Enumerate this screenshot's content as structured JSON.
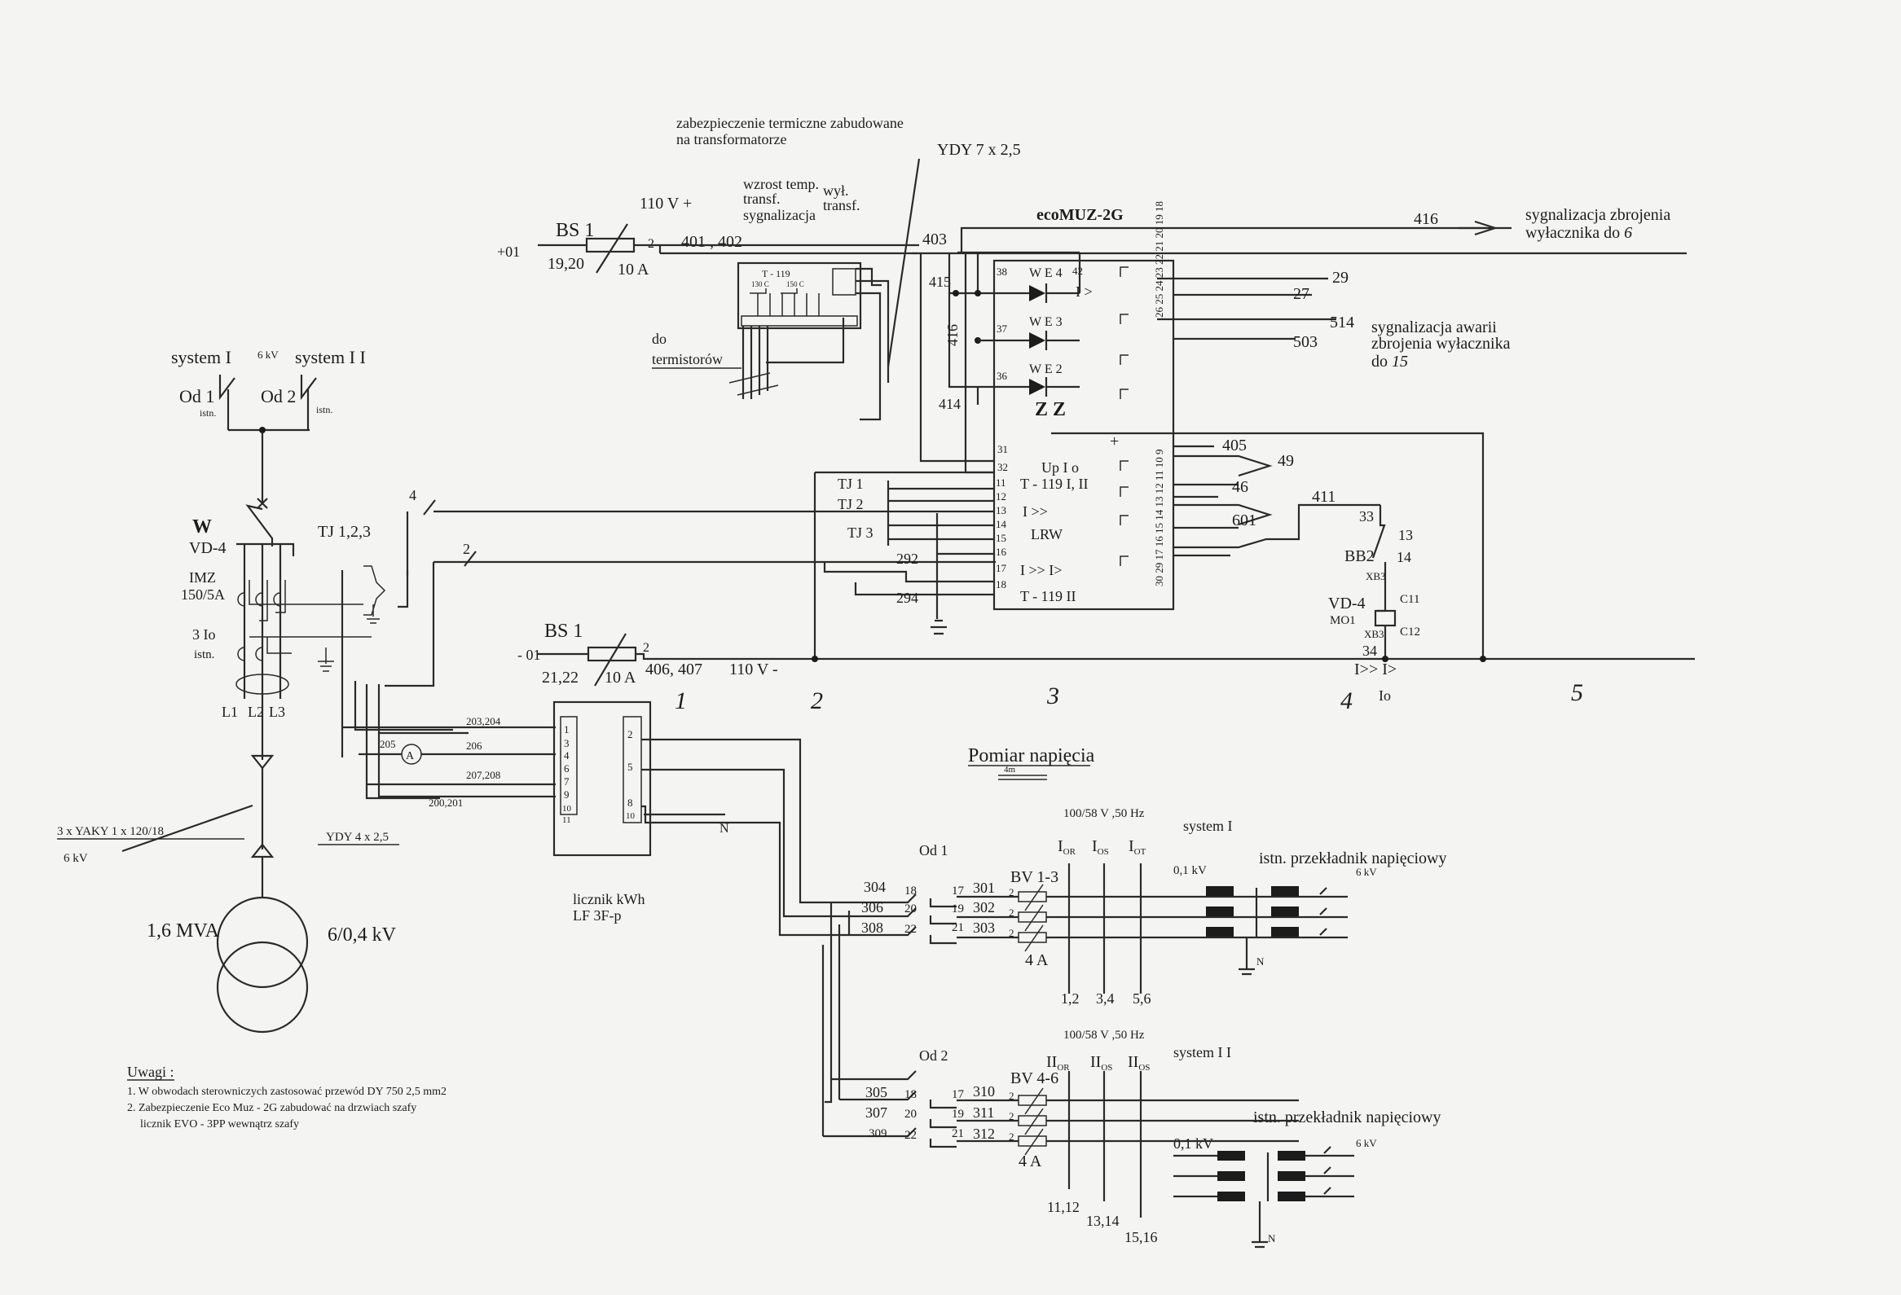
{
  "thermal": {
    "note_line1": "zabezpieczenie termiczne zabudowane",
    "note_line2": "na transformatorze",
    "cable": "YDY 7 x 2,5",
    "rise_line1": "wzrost temp.",
    "rise_line2": "transf.",
    "rise_line3": "sygnalizacja",
    "trip_line1": "wył.",
    "trip_line2": "transf.",
    "relay_label": "T - 119",
    "relay_c1": "130 C",
    "relay_c2": "150 C",
    "to_thermistors_1": "do",
    "to_thermistors_2": "termistorów"
  },
  "supply_plus": {
    "voltage": "110 V +",
    "fuse_name": "BS 1",
    "fuse_terminals": "19,20",
    "fuse_rating": "10 A",
    "terminal": "2",
    "wires": "401 , 402",
    "bus": "+01",
    "w403": "403",
    "w416": "416",
    "signal_line1": "sygnalizacja zbrojenia",
    "signal_line2": "wyłacznika do ",
    "signal_target": "6"
  },
  "supply_minus": {
    "fuse_name": "BS 1",
    "bus": "- 01",
    "fuse_terminals": "21,22",
    "fuse_rating": "10 A",
    "terminal": "2",
    "wires": "406, 407",
    "voltage": "110 V -"
  },
  "relay": {
    "title": "ecoMUZ-2G",
    "we4": "W E 4",
    "we3": "W E 3",
    "we2": "W E 2",
    "d38": "38",
    "d37": "37",
    "d36": "36",
    "t42": "42",
    "zz": "Z Z",
    "w415": "415",
    "w416": "416",
    "w414": "414",
    "t31": "31",
    "t32": "32",
    "up": "Up  I o",
    "model1": "T - 119 I, II",
    "i_high": "I >>",
    "lrw": "LRW",
    "i_combo": "I >> I>",
    "model2": "T - 119  II",
    "i_gt": "I >",
    "right_terms_top": "26 25 24 23 22 21 20 19 18",
    "right_terms_bottom": "30 29 17 16 15 14 13 12 11 10 9",
    "left_terms": [
      "11",
      "12",
      "13",
      "14",
      "15",
      "16",
      "17",
      "18"
    ]
  },
  "relay_outputs": {
    "w29": "29",
    "w27": "27",
    "w514": "514",
    "w503": "503",
    "fault_line1": "sygnalizacja awarii",
    "fault_line2": "zbrojenia wyłacznika",
    "fault_line3": "do ",
    "fault_target": "15",
    "w405": "405",
    "w49": "49",
    "w46": "46",
    "w601": "601",
    "w411": "411"
  },
  "trip_coil": {
    "t33": "33",
    "t13": "13",
    "bb2": "BB2",
    "t14": "14",
    "xb3a": "XB3",
    "breaker": "VD-4",
    "coil": "MO1",
    "c11": "C11",
    "c12": "C12",
    "xb3b": "XB3",
    "t34": "34",
    "functions": "I>>  I>",
    "io": "Io"
  },
  "ct_inputs": {
    "tj1": "TJ 1",
    "tj2": "TJ 2",
    "tj3": "TJ 3",
    "w292": "292",
    "w294": "294",
    "cores4": "4",
    "cores2": "2"
  },
  "sections": [
    "1",
    "2",
    "3",
    "4",
    "5"
  ],
  "switchgear": {
    "system1": "system I",
    "kv": "6 kV",
    "system2": "system I I",
    "od1": "Od 1",
    "od1_note": "istn.",
    "od2": "Od 2",
    "od2_note": "istn.",
    "breaker_w": "W",
    "breaker_type": "VD-4",
    "ct_label": "TJ 1,2,3",
    "imz": "IMZ",
    "imz_ratio": "150/5A",
    "io_ct": "3 Io",
    "io_note": "istn.",
    "l1": "L1",
    "l2": "L2",
    "l3": "L3",
    "cable": "3 x YAKY 1 x 120/18",
    "cable_kv": "6 kV",
    "transformer_power": "1,6 MVA",
    "transformer_ratio": "6/0,4 kV",
    "ydy4": "YDY 4 x 2,5"
  },
  "meter": {
    "w203": "203,204",
    "w205": "205",
    "w206": "206",
    "w207": "207,208",
    "w200": "200,201",
    "ammeter": "A",
    "left_terms": [
      "1",
      "3",
      "4",
      "6",
      "7",
      "9",
      "10",
      "11"
    ],
    "right_terms": [
      "2",
      "5",
      "8",
      "10"
    ],
    "n": "N",
    "label1": "licznik kWh",
    "label2": "LF 3F-p"
  },
  "voltage_measure": {
    "title": "Pomiar napięcia",
    "sub": "4m",
    "rating1": "100/58 V ,50 Hz",
    "od1": "Od 1",
    "i_or": "I",
    "i_or_sub": "OR",
    "i_os": "I",
    "i_os_sub": "OS",
    "i_ot": "I",
    "i_ot_sub": "OT",
    "system1": "system I",
    "kv01a": "0,1 kV",
    "vt_label1": "istn. przekładnik napięciowy",
    "kv6a": "6 kV",
    "w304": "304",
    "w306": "306",
    "w308": "308",
    "t18a": "18",
    "t20a": "20",
    "t22a": "22",
    "t17a": "17",
    "t19a": "19",
    "t21a": "21",
    "w301": "301",
    "w302": "302",
    "w303": "303",
    "bv1": "BV 1-3",
    "fuse1": "4 A",
    "t12": "1,2",
    "t34": "3,4",
    "t56": "5,6",
    "n1": "N",
    "rating2": "100/58 V ,50 Hz",
    "od2": "Od 2",
    "ii_or": "II",
    "ii_or_sub": "OR",
    "ii_os": "II",
    "ii_os_sub": "OS",
    "ii_ot": "II",
    "ii_ot_sub": "OS",
    "system2": "system I I",
    "kv01b": "0,1 kV",
    "vt_label2": "istn. przekładnik napięciowy",
    "kv6b": "6 kV",
    "w305": "305",
    "w307": "307",
    "w309": "309",
    "t18b": "18",
    "t20b": "20",
    "t22b": "22",
    "t17b": "17",
    "t19b": "19",
    "t21b": "21",
    "w310": "310",
    "w311": "311",
    "w312": "312",
    "bv2": "BV 4-6",
    "fuse2": "4 A",
    "t1112": "11,12",
    "t1314": "13,14",
    "t1516": "15,16",
    "n2": "N",
    "two": "2"
  },
  "notes": {
    "title": "Uwagi :",
    "line1": "1. W obwodach sterowniczych zastosować przewód DY 750 2,5 mm2",
    "line2": "2. Zabezpieczenie Eco Muz - 2G zabudować na drzwiach szafy",
    "line3": "licznik EVO - 3PP  wewnątrz szafy"
  }
}
